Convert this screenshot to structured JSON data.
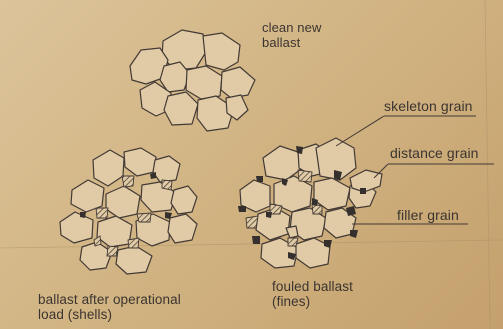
{
  "labels": {
    "clean": "clean new\nballast",
    "after_load": "ballast after operational\nload (shells)",
    "fouled": "fouled ballast\n(fines)",
    "skeleton_grain": "skeleton grain",
    "distance_grain": "distance grain",
    "filler_grain": "filler grain"
  },
  "colors": {
    "grain_fill": "#e1cba6",
    "grain_stroke": "#433a35",
    "filler": "#35302d"
  }
}
